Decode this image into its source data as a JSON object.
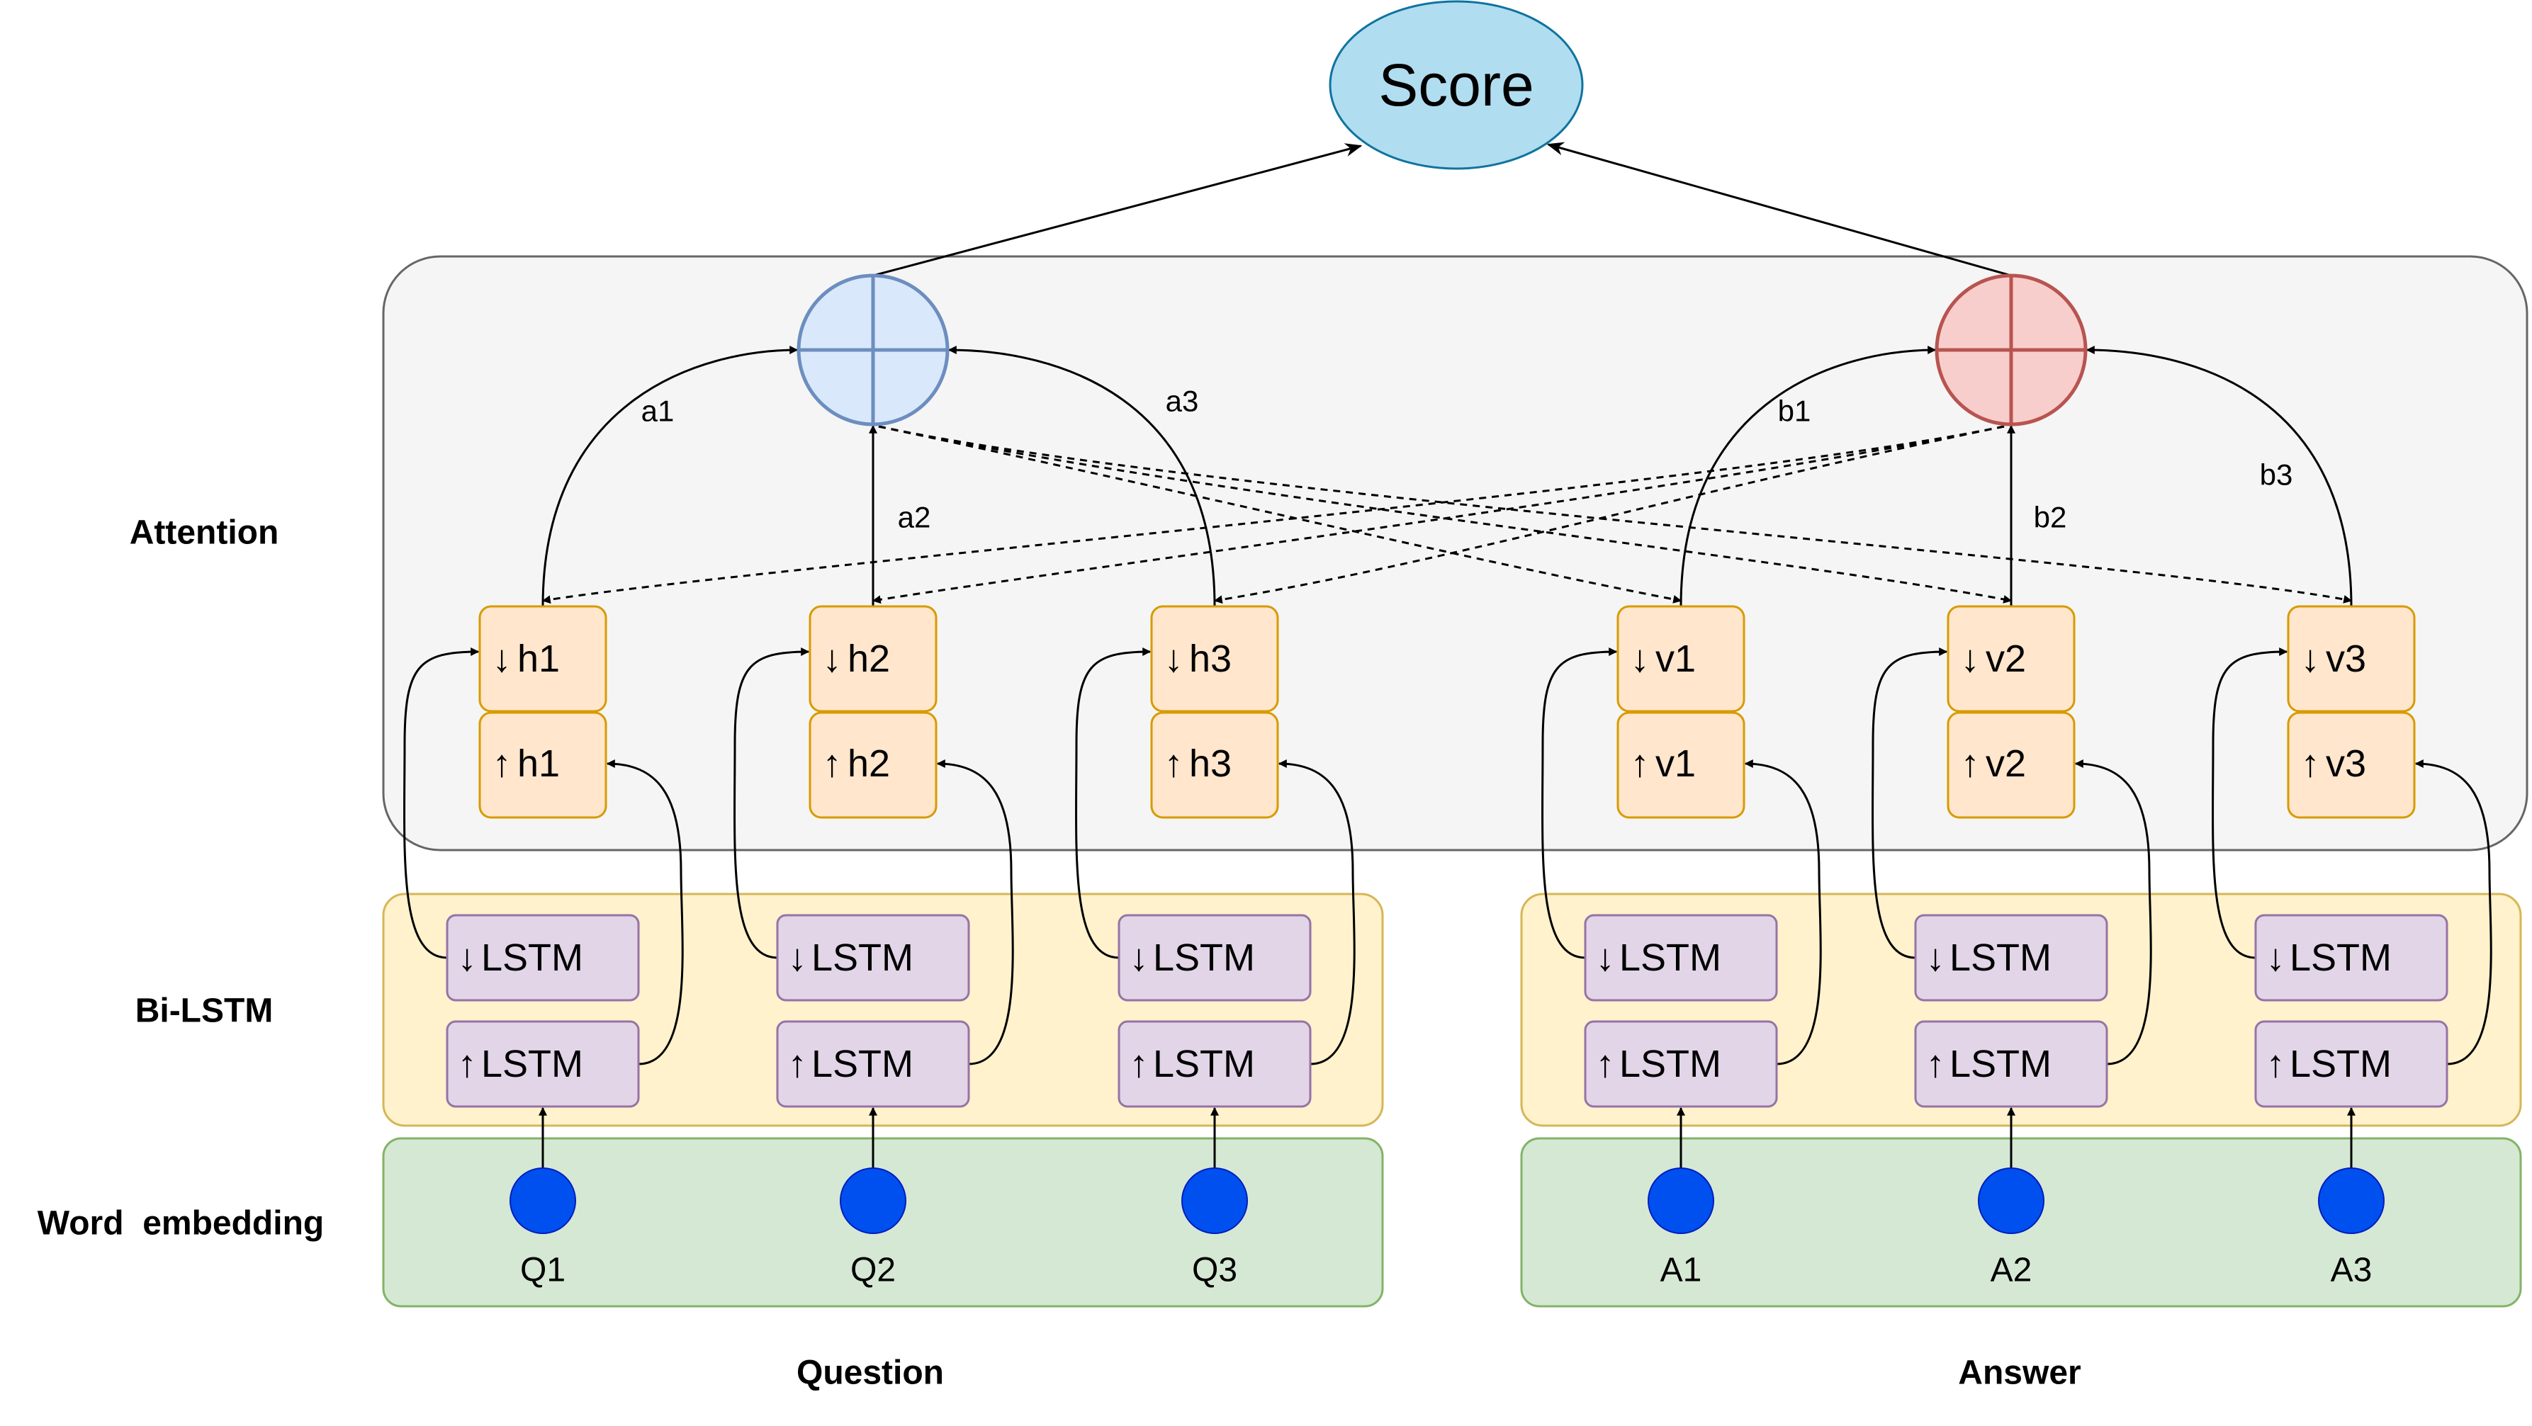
{
  "score": {
    "label": "Score"
  },
  "rows": {
    "attention": "Attention",
    "bilstm": "Bi-LSTM",
    "embedding": "Word  embedding"
  },
  "groups": {
    "question": "Question",
    "answer": "Answer"
  },
  "question": {
    "inputs": [
      "Q1",
      "Q2",
      "Q3"
    ],
    "hidden": [
      "h1",
      "h2",
      "h3"
    ],
    "weights": [
      "a1",
      "a2",
      "a3"
    ]
  },
  "answer": {
    "inputs": [
      "A1",
      "A2",
      "A3"
    ],
    "hidden": [
      "v1",
      "v2",
      "v3"
    ],
    "weights": [
      "b1",
      "b2",
      "b3"
    ]
  },
  "lstm": {
    "label": "LSTM"
  },
  "glyphs": {
    "down_arrow": "↓",
    "up_arrow": "↑"
  },
  "colors": {
    "score_fill": "#b1ddf0",
    "score_stroke": "#10739e",
    "attention_bg": "#f5f5f5",
    "hidden_fill": "#ffe6cc",
    "hidden_stroke": "#d79b00",
    "lstm_fill": "#e1d5e7",
    "lstm_stroke": "#9673a6",
    "bilstm_bg": "#fff2cc",
    "bilstm_stroke": "#d6b656",
    "embed_bg": "#d5e8d4",
    "embed_stroke": "#82b366",
    "node_fill": "#0050ef",
    "sum_q_fill": "#dae8fc",
    "sum_q_stroke": "#6c8ebf",
    "sum_a_fill": "#f8cecc",
    "sum_a_stroke": "#b85450"
  }
}
